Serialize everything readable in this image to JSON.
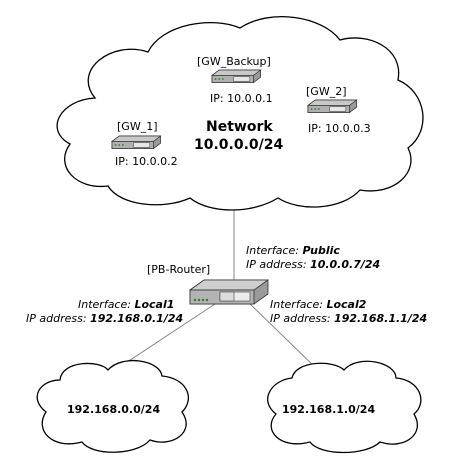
{
  "network": {
    "title": "Network",
    "address": "10.0.0.0/24"
  },
  "gateways": [
    {
      "name": "[GW_Backup]",
      "ip": "IP: 10.0.0.1"
    },
    {
      "name": "[GW_1]",
      "ip": "IP: 10.0.0.2"
    },
    {
      "name": "[GW_2]",
      "ip": "IP: 10.0.0.3"
    }
  ],
  "router": {
    "name": "[PB-Router]",
    "public": {
      "iface_label": "Interface:",
      "iface_value": "Public",
      "ip_label": "IP address:",
      "ip_value": "10.0.0.7/24"
    },
    "local1": {
      "iface_label": "Interface:",
      "iface_value": "Local1",
      "ip_label": "IP address:",
      "ip_value": "192.168.0.1/24"
    },
    "local2": {
      "iface_label": "Interface:",
      "iface_value": "Local2",
      "ip_label": "IP address:",
      "ip_value": "192.168.1.1/24"
    }
  },
  "subnets": [
    {
      "address": "192.168.0.0/24"
    },
    {
      "address": "192.168.1.0/24"
    }
  ]
}
